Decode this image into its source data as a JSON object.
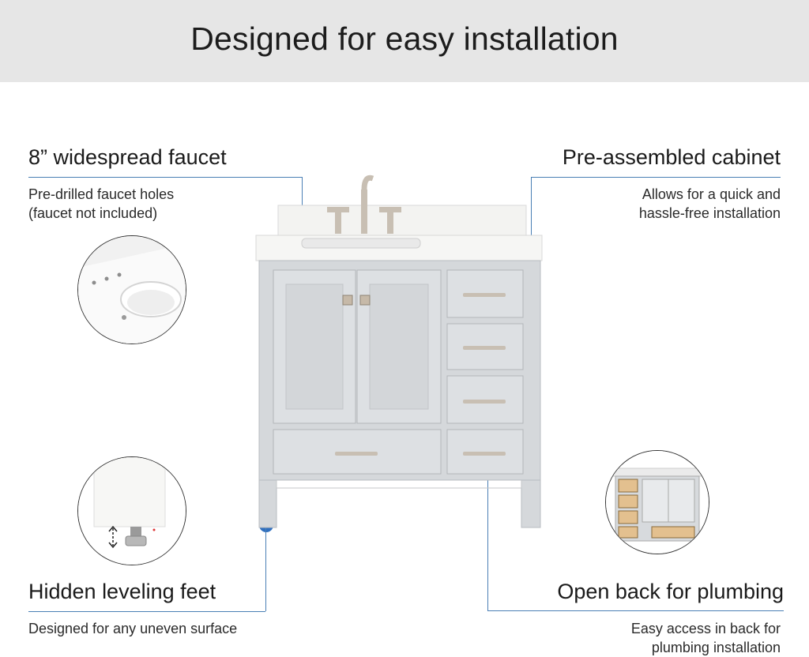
{
  "header": {
    "title": "Designed for easy installation"
  },
  "features": [
    {
      "title": "8” widespread faucet",
      "desc": [
        "Pre-drilled faucet holes",
        "(faucet not included)"
      ]
    },
    {
      "title": "Pre-assembled cabinet",
      "desc": [
        "Allows for  a quick and",
        "hassle-free installation"
      ]
    },
    {
      "title": "Hidden leveling feet",
      "desc": [
        "Designed for any uneven surface"
      ]
    },
    {
      "title": "Open back for plumbing",
      "desc": [
        "Easy access in back for",
        "plumbing installation"
      ]
    }
  ],
  "colors": {
    "accent": "#2f6fbf",
    "banner": "#e6e6e6",
    "cabinet": "#d9dcdf",
    "countertop": "#f4f4f2"
  },
  "icons": [
    "blue-dot-marker",
    "up-down-arrow-icon"
  ]
}
